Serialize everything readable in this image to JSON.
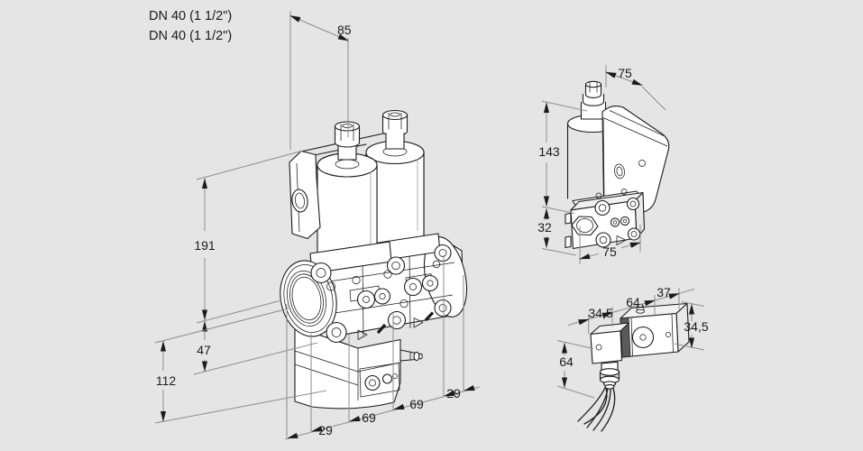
{
  "window": {
    "background": "#e5e5e5"
  },
  "product_labels": {
    "line1": "DN 40 (1 1/2\")",
    "line2": "DN 40 (1 1/2\")"
  },
  "dimensions": {
    "main_view": {
      "solenoid_spacing": "85",
      "overall_height": "191",
      "flange_center_offset": "47",
      "actuator_height": "112",
      "bottom_chain": [
        "29",
        "69",
        "69",
        "29"
      ]
    },
    "side_view": {
      "top_width": "75",
      "coil_height": "143",
      "body_height": "32",
      "bottom_width": "75"
    },
    "switch_view": {
      "top_chain": [
        "34,5",
        "64",
        "37"
      ],
      "right_height": "34,5",
      "left_height": "64"
    }
  },
  "colors": {
    "background": "#e5e5e5",
    "drawing_line": "#1b1b1b",
    "dimension_line": "#8d8d8d",
    "label_text": "#1b1b1b",
    "fill": "#ffffff"
  }
}
